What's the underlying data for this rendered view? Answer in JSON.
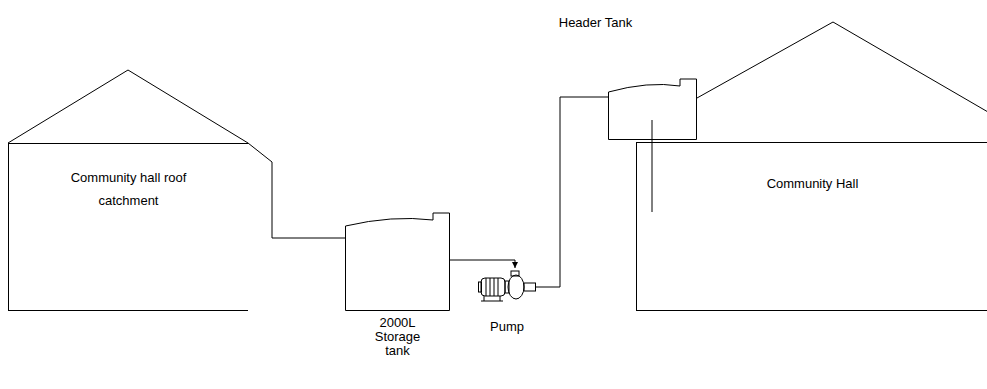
{
  "diagram": {
    "nodes": [
      {
        "text": [
          "Community hall roof catchment"
        ]
      },
      {
        "text": [
          "2000L Storage tank"
        ]
      },
      {
        "text": [
          "Pump"
        ]
      },
      {
        "text": [
          "Header Tank"
        ]
      },
      {
        "text": [
          "Community Hall"
        ]
      }
    ],
    "edges": [
      {
        "from": 0,
        "to": 1,
        "arrow": "none"
      },
      {
        "from": 1,
        "to": 2,
        "arrow": "to"
      },
      {
        "from": 2,
        "to": 3,
        "arrow": "none"
      }
    ]
  }
}
